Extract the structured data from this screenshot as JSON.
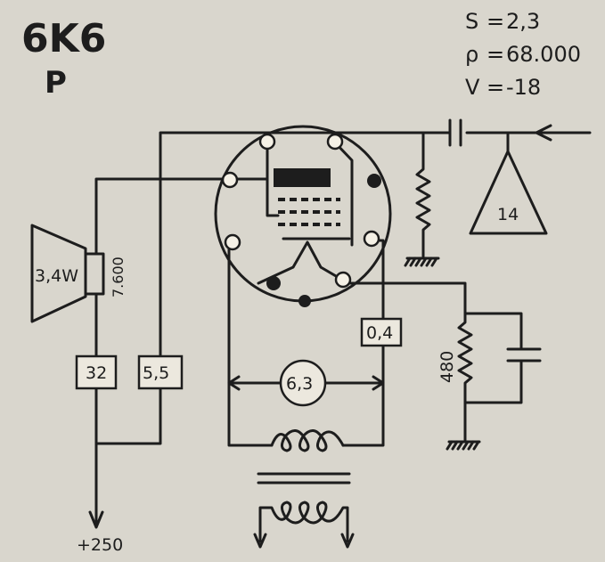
{
  "tube": {
    "name": "6K6",
    "type": "P"
  },
  "specs": [
    {
      "key": "S",
      "value": "2,3"
    },
    {
      "key": "ρ",
      "value": "68.000"
    },
    {
      "key": "V",
      "value": "-18"
    }
  ],
  "components": {
    "speaker_power": "3,4W",
    "transformer_impedance": "7.600",
    "current_32": "32",
    "current_5_5": "5,5",
    "heater_current": "0,4",
    "heater_voltage": "6,3",
    "cathode_resistor": "480",
    "input_gain": "14",
    "supply": "+250"
  }
}
